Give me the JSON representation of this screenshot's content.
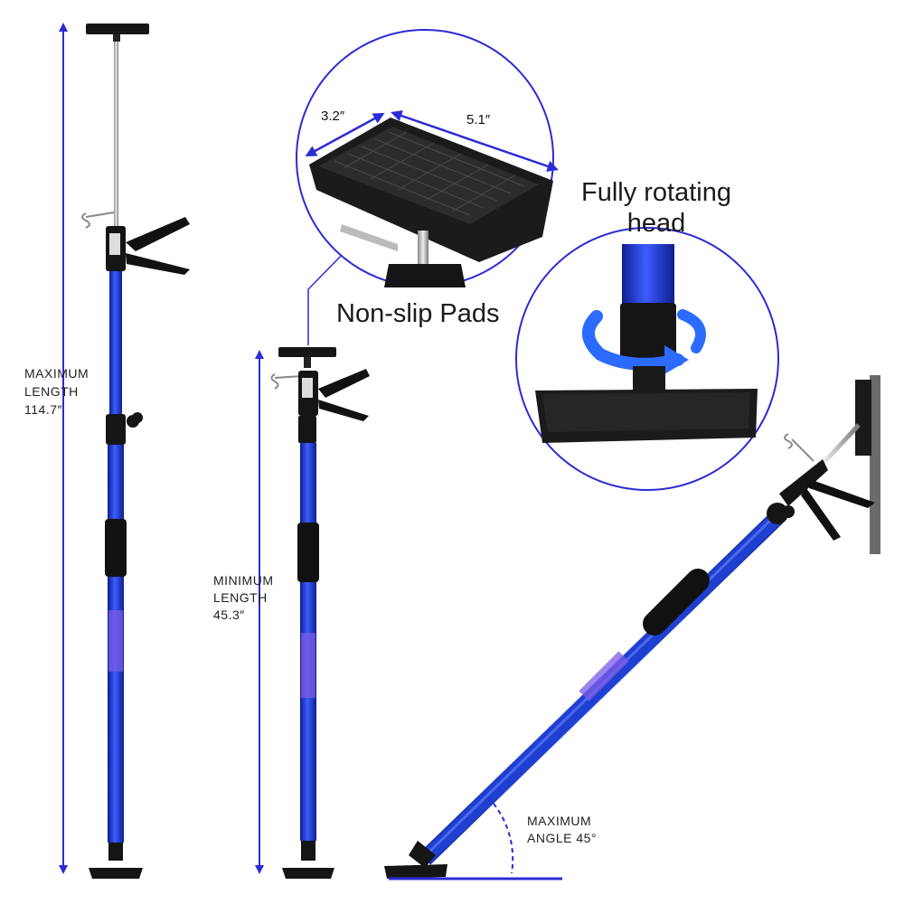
{
  "labels": {
    "max_title": "MAXIMUM",
    "max_sub": "LENGTH",
    "max_value": "114.7″",
    "min_title": "MINIMUM",
    "min_sub": "LENGTH",
    "min_value": "45.3″",
    "pad_width": "3.2″",
    "pad_length": "5.1″",
    "rotating_line1": "Fully rotating",
    "rotating_line2": "head",
    "nonslip": "Non-slip Pads",
    "angle_title": "MAXIMUM",
    "angle_value": "ANGLE 45°"
  },
  "colors": {
    "accent": "#2b2bd6",
    "pole": "#1f3fd0",
    "dark": "#111111"
  }
}
